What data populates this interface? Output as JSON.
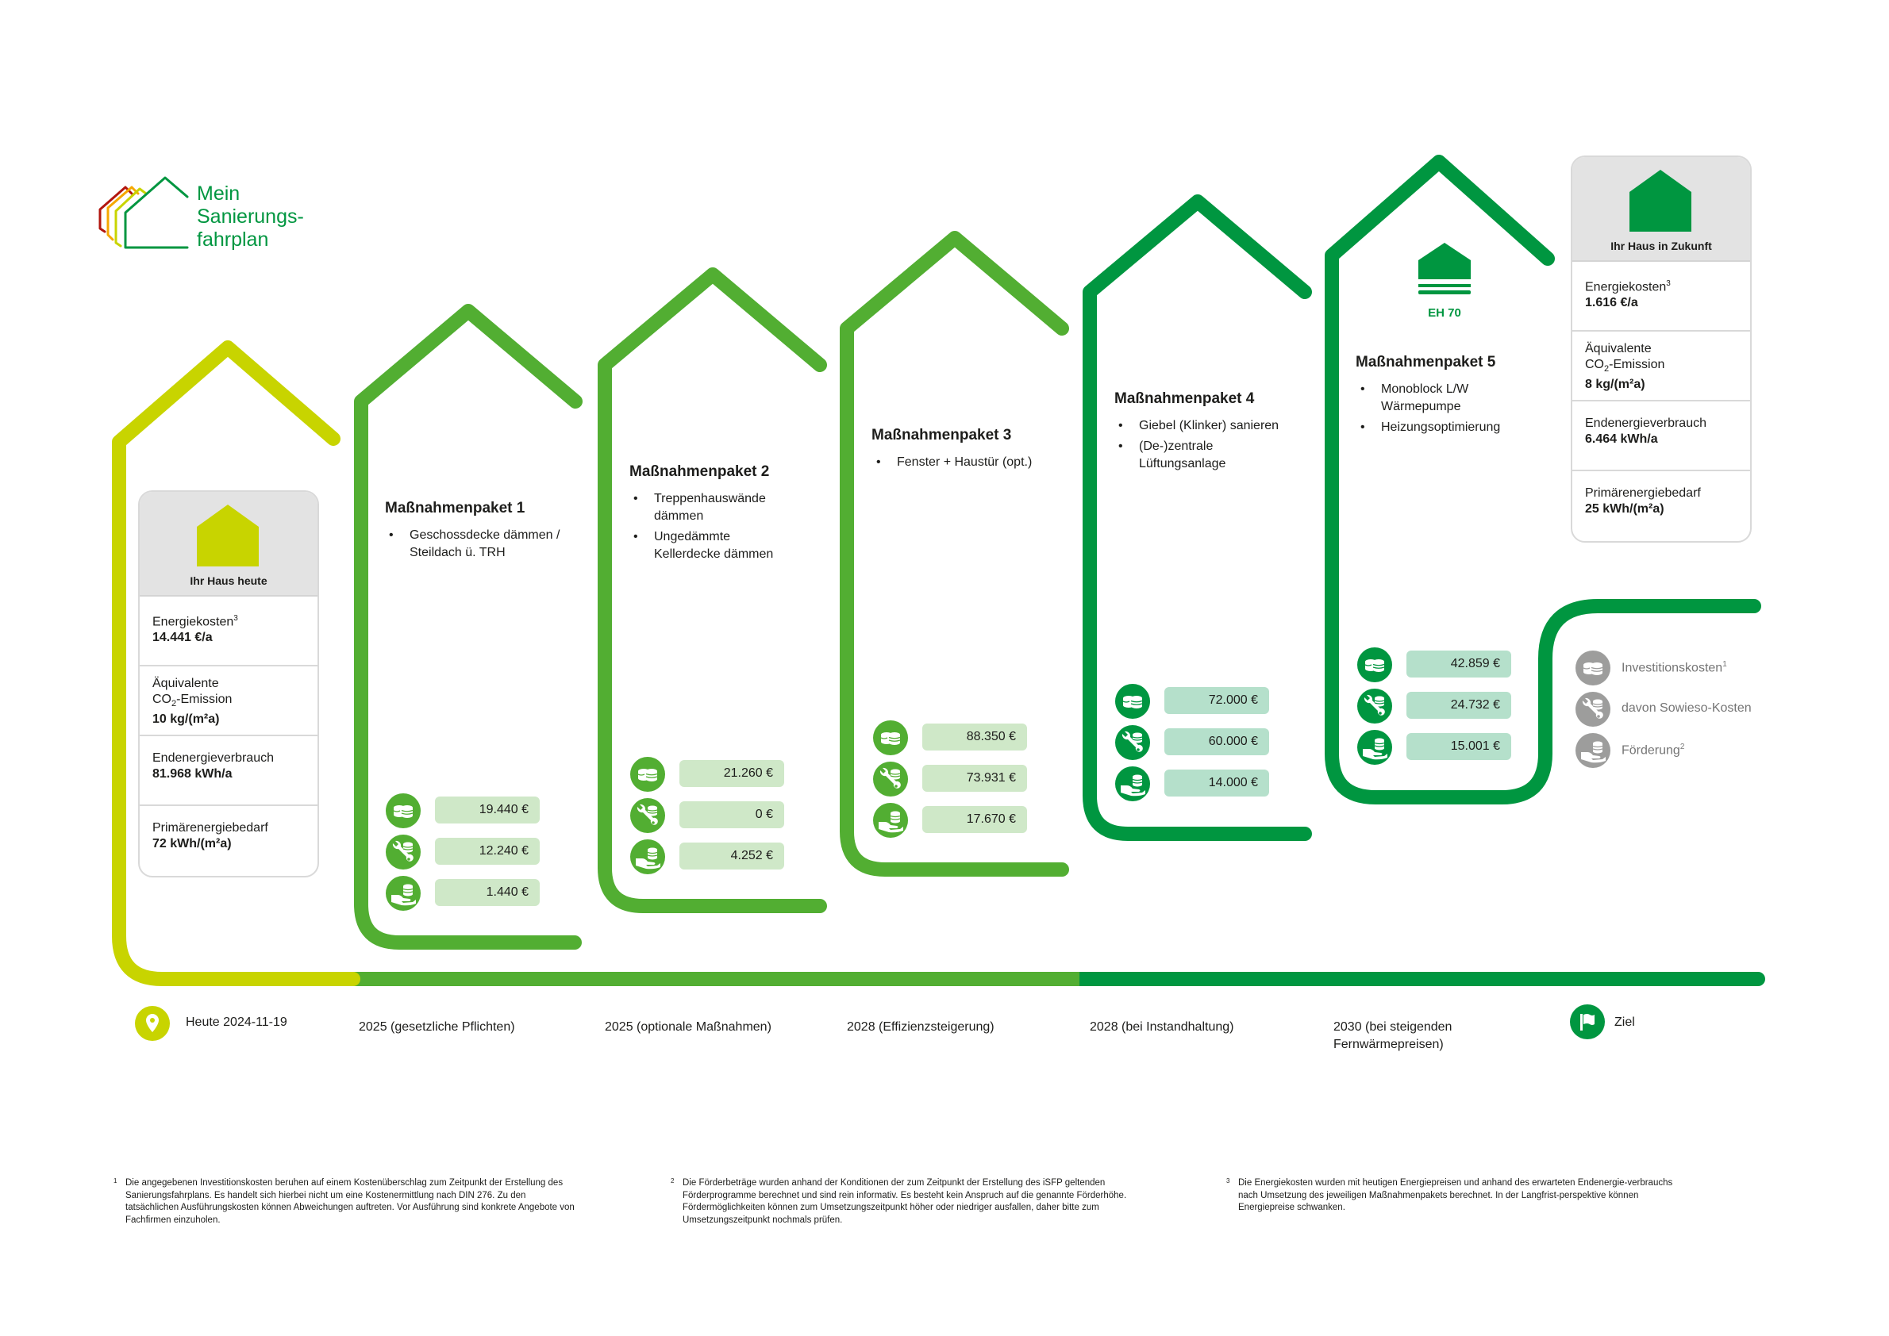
{
  "logo": {
    "lines": [
      "Mein",
      "Sanierungs-",
      "fahrplan"
    ],
    "colors": [
      "#B2160F",
      "#F5A800",
      "#C8D400",
      "#009640"
    ]
  },
  "colors": {
    "today": "#C8D400",
    "step_mid": "#52AE32",
    "step_final": "#009640",
    "cost_box_mid": "#cfe8c8",
    "cost_box_final": "#b5e0cb",
    "legend_gray": "#9d9d9c"
  },
  "today_card": {
    "title": "Ihr Haus heute",
    "rows": [
      {
        "label": "Energiekosten",
        "sup": "3",
        "value": "14.441 €/a"
      },
      {
        "label": "Äquivalente",
        "label2_pre": "CO",
        "label2_sub": "2",
        "label2_post": "-Emission",
        "value": "10 kg/(m²a)"
      },
      {
        "label": "Endenergieverbrauch",
        "value": "81.968 kWh/a"
      },
      {
        "label": "Primärenergiebedarf",
        "value": "72 kWh/(m²a)"
      }
    ]
  },
  "future_card": {
    "title": "Ihr Haus in Zukunft",
    "rows": [
      {
        "label": "Energiekosten",
        "sup": "3",
        "value": "1.616 €/a"
      },
      {
        "label": "Äquivalente",
        "label2_pre": "CO",
        "label2_sub": "2",
        "label2_post": "-Emission",
        "value": "8 kg/(m²a)"
      },
      {
        "label": "Endenergieverbrauch",
        "value": "6.464 kWh/a"
      },
      {
        "label": "Primärenergiebedarf",
        "value": "25 kWh/(m²a)"
      }
    ]
  },
  "packages": [
    {
      "title": "Maßnahmenpaket 1",
      "items": [
        "Geschossdecke dämmen / Steildach ü. TRH"
      ],
      "investment": "19.440 €",
      "sowieso": "12.240 €",
      "funding": "1.440 €"
    },
    {
      "title": "Maßnahmenpaket 2",
      "items": [
        "Treppenhauswände dämmen",
        "Ungedämmte Kellerdecke dämmen"
      ],
      "investment": "21.260 €",
      "sowieso": "0 €",
      "funding": "4.252 €"
    },
    {
      "title": "Maßnahmenpaket 3",
      "items": [
        "Fenster + Haustür (opt.)"
      ],
      "investment": "88.350 €",
      "sowieso": "73.931 €",
      "funding": "17.670 €"
    },
    {
      "title": "Maßnahmenpaket 4",
      "items": [
        "Giebel (Klinker) sanieren",
        "(De-)zentrale Lüftungsanlage"
      ],
      "investment": "72.000 €",
      "sowieso": "60.000 €",
      "funding": "14.000 €"
    },
    {
      "title": "Maßnahmenpaket 5",
      "items": [
        "Monoblock L/W Wärmepumpe",
        "Heizungsoptimierung"
      ],
      "investment": "42.859 €",
      "sowieso": "24.732 €",
      "funding": "15.001 €",
      "badge": "EH 70"
    }
  ],
  "legend": [
    {
      "icon": "coins-icon",
      "label": "Investitionskosten",
      "sup": "1"
    },
    {
      "icon": "wrench-coins-icon",
      "label": "davon Sowieso-Kosten",
      "sup": ""
    },
    {
      "icon": "hand-coins-icon",
      "label": "Förderung",
      "sup": "2"
    }
  ],
  "timeline": [
    {
      "label": "Heute 2024-11-19",
      "icon": "location-pin-icon"
    },
    {
      "label": "2025 (gesetzliche Pflichten)"
    },
    {
      "label": "2025 (optionale Maßnahmen)"
    },
    {
      "label": "2028 (Effizienzsteigerung)"
    },
    {
      "label": "2028 (bei Instandhaltung)"
    },
    {
      "label": "2030 (bei steigenden",
      "label2": "Fernwärmepreisen)"
    },
    {
      "label": "Ziel",
      "icon": "flag-icon"
    }
  ],
  "footnotes": [
    {
      "num": "1",
      "text": "Die angegebenen Investitionskosten beruhen auf einem Kostenüberschlag zum Zeitpunkt der Erstellung des Sanierungsfahrplans. Es handelt sich hierbei nicht um eine Kostenermittlung nach DIN 276. Zu den tatsächlichen Ausführungskosten können Abweichungen auftreten. Vor Ausführung sind konkrete Angebote von Fachfirmen einzuholen."
    },
    {
      "num": "2",
      "text": "Die Förderbeträge wurden anhand der Konditionen der zum Zeitpunkt der Erstellung des iSFP geltenden Förderprogramme berechnet und sind rein informativ. Es besteht kein Anspruch auf die genannte Förderhöhe. Fördermöglichkeiten können zum Umsetzungszeitpunkt höher oder niedriger ausfallen, daher bitte zum Umsetzungszeitpunkt nochmals prüfen."
    },
    {
      "num": "3",
      "text": "Die Energiekosten wurden mit heutigen Energiepreisen und anhand des erwarteten Endenergie-verbrauchs nach Umsetzung des jeweiligen Maßnahmenpakets berechnet. In der Langfrist-perspektive können Energiepreise schwanken."
    }
  ]
}
